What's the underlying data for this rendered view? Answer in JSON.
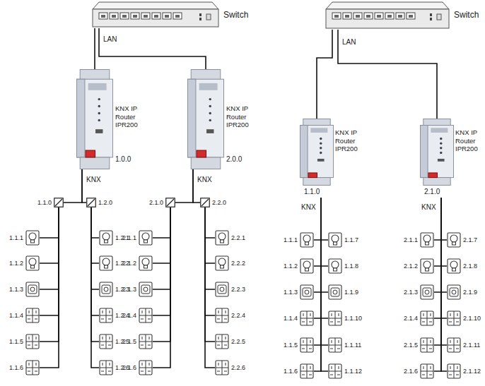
{
  "diagram": {
    "nodes": [
      {
        "text": [
          "Switch"
        ]
      },
      {
        "text": [
          "KNX IP Router IPR200",
          "1.0.0"
        ]
      },
      {
        "text": [
          "KNX IP Router IPR200",
          "2.0.0"
        ]
      },
      {
        "text": [
          "1.1.0"
        ]
      },
      {
        "text": [
          "1.2.0"
        ]
      },
      {
        "text": [
          "2.1.0"
        ]
      },
      {
        "text": [
          "2.2.0"
        ]
      },
      {
        "text": [
          "1.1.1"
        ]
      },
      {
        "text": [
          "1.1.2"
        ]
      },
      {
        "text": [
          "1.1.3"
        ]
      },
      {
        "text": [
          "1.1.4"
        ]
      },
      {
        "text": [
          "1.1.5"
        ]
      },
      {
        "text": [
          "1.1.6"
        ]
      },
      {
        "text": [
          "1.2.1"
        ]
      },
      {
        "text": [
          "1.2.2"
        ]
      },
      {
        "text": [
          "1.2.3"
        ]
      },
      {
        "text": [
          "1.2.4"
        ]
      },
      {
        "text": [
          "1.2.5"
        ]
      },
      {
        "text": [
          "1.2.6"
        ]
      },
      {
        "text": [
          "2.1.1"
        ]
      },
      {
        "text": [
          "2.1.2"
        ]
      },
      {
        "text": [
          "2.1.3"
        ]
      },
      {
        "text": [
          "2.1.4"
        ]
      },
      {
        "text": [
          "2.1.5"
        ]
      },
      {
        "text": [
          "2.1.6"
        ]
      },
      {
        "text": [
          "2.2.1"
        ]
      },
      {
        "text": [
          "2.2.2"
        ]
      },
      {
        "text": [
          "2.2.3"
        ]
      },
      {
        "text": [
          "2.2.4"
        ]
      },
      {
        "text": [
          "2.2.5"
        ]
      },
      {
        "text": [
          "2.2.6"
        ]
      },
      {
        "text": [
          "Switch"
        ]
      },
      {
        "text": [
          "KNX IP Router IPR200",
          "1.1.0"
        ]
      },
      {
        "text": [
          "KNX IP Router IPR200",
          "2.1.0"
        ]
      },
      {
        "text": [
          "1.1.1"
        ]
      },
      {
        "text": [
          "1.1.2"
        ]
      },
      {
        "text": [
          "1.1.3"
        ]
      },
      {
        "text": [
          "1.1.4"
        ]
      },
      {
        "text": [
          "1.1.5"
        ]
      },
      {
        "text": [
          "1.1.6"
        ]
      },
      {
        "text": [
          "1.1.7"
        ]
      },
      {
        "text": [
          "1.1.8"
        ]
      },
      {
        "text": [
          "1.1.9"
        ]
      },
      {
        "text": [
          "1.1.10"
        ]
      },
      {
        "text": [
          "1.1.11"
        ]
      },
      {
        "text": [
          "1.1.12"
        ]
      },
      {
        "text": [
          "2.1.1"
        ]
      },
      {
        "text": [
          "2.1.2"
        ]
      },
      {
        "text": [
          "2.1.3"
        ]
      },
      {
        "text": [
          "2.1.4"
        ]
      },
      {
        "text": [
          "2.1.5"
        ]
      },
      {
        "text": [
          "2.1.6"
        ]
      },
      {
        "text": [
          "2.1.7"
        ]
      },
      {
        "text": [
          "2.1.8"
        ]
      },
      {
        "text": [
          "2.1.9"
        ]
      },
      {
        "text": [
          "2.1.10"
        ]
      },
      {
        "text": [
          "2.1.11"
        ]
      },
      {
        "text": [
          "2.1.12"
        ]
      }
    ],
    "edges": [
      {
        "from": 0,
        "to": 1,
        "arrow": "none"
      },
      {
        "from": 0,
        "to": 2,
        "arrow": "none"
      },
      {
        "from": 1,
        "to": 3,
        "arrow": "none"
      },
      {
        "from": 1,
        "to": 4,
        "arrow": "none"
      },
      {
        "from": 2,
        "to": 5,
        "arrow": "none"
      },
      {
        "from": 2,
        "to": 6,
        "arrow": "none"
      },
      {
        "from": 3,
        "to": 7,
        "arrow": "none"
      },
      {
        "from": 3,
        "to": 8,
        "arrow": "none"
      },
      {
        "from": 3,
        "to": 9,
        "arrow": "none"
      },
      {
        "from": 3,
        "to": 10,
        "arrow": "none"
      },
      {
        "from": 3,
        "to": 11,
        "arrow": "none"
      },
      {
        "from": 3,
        "to": 12,
        "arrow": "none"
      },
      {
        "from": 4,
        "to": 13,
        "arrow": "none"
      },
      {
        "from": 4,
        "to": 14,
        "arrow": "none"
      },
      {
        "from": 4,
        "to": 15,
        "arrow": "none"
      },
      {
        "from": 4,
        "to": 16,
        "arrow": "none"
      },
      {
        "from": 4,
        "to": 17,
        "arrow": "none"
      },
      {
        "from": 4,
        "to": 18,
        "arrow": "none"
      },
      {
        "from": 5,
        "to": 19,
        "arrow": "none"
      },
      {
        "from": 5,
        "to": 20,
        "arrow": "none"
      },
      {
        "from": 5,
        "to": 21,
        "arrow": "none"
      },
      {
        "from": 5,
        "to": 22,
        "arrow": "none"
      },
      {
        "from": 5,
        "to": 23,
        "arrow": "none"
      },
      {
        "from": 5,
        "to": 24,
        "arrow": "none"
      },
      {
        "from": 6,
        "to": 25,
        "arrow": "none"
      },
      {
        "from": 6,
        "to": 26,
        "arrow": "none"
      },
      {
        "from": 6,
        "to": 27,
        "arrow": "none"
      },
      {
        "from": 6,
        "to": 28,
        "arrow": "none"
      },
      {
        "from": 6,
        "to": 29,
        "arrow": "none"
      },
      {
        "from": 6,
        "to": 30,
        "arrow": "none"
      },
      {
        "from": 31,
        "to": 32,
        "arrow": "none"
      },
      {
        "from": 31,
        "to": 33,
        "arrow": "none"
      },
      {
        "from": 32,
        "to": 34,
        "arrow": "none"
      },
      {
        "from": 32,
        "to": 35,
        "arrow": "none"
      },
      {
        "from": 32,
        "to": 36,
        "arrow": "none"
      },
      {
        "from": 32,
        "to": 37,
        "arrow": "none"
      },
      {
        "from": 32,
        "to": 38,
        "arrow": "none"
      },
      {
        "from": 32,
        "to": 39,
        "arrow": "none"
      },
      {
        "from": 32,
        "to": 40,
        "arrow": "none"
      },
      {
        "from": 32,
        "to": 41,
        "arrow": "none"
      },
      {
        "from": 32,
        "to": 42,
        "arrow": "none"
      },
      {
        "from": 32,
        "to": 43,
        "arrow": "none"
      },
      {
        "from": 32,
        "to": 44,
        "arrow": "none"
      },
      {
        "from": 32,
        "to": 45,
        "arrow": "none"
      },
      {
        "from": 33,
        "to": 46,
        "arrow": "none"
      },
      {
        "from": 33,
        "to": 47,
        "arrow": "none"
      },
      {
        "from": 33,
        "to": 48,
        "arrow": "none"
      },
      {
        "from": 33,
        "to": 49,
        "arrow": "none"
      },
      {
        "from": 33,
        "to": 50,
        "arrow": "none"
      },
      {
        "from": 33,
        "to": 51,
        "arrow": "none"
      },
      {
        "from": 33,
        "to": 52,
        "arrow": "none"
      },
      {
        "from": 33,
        "to": 53,
        "arrow": "none"
      },
      {
        "from": 33,
        "to": 54,
        "arrow": "none"
      },
      {
        "from": 33,
        "to": 55,
        "arrow": "none"
      },
      {
        "from": 33,
        "to": 56,
        "arrow": "none"
      },
      {
        "from": 33,
        "to": 57,
        "arrow": "none"
      }
    ],
    "labels": [
      "LAN",
      "KNX",
      "KNX",
      "LAN",
      "KNX",
      "KNX"
    ]
  }
}
